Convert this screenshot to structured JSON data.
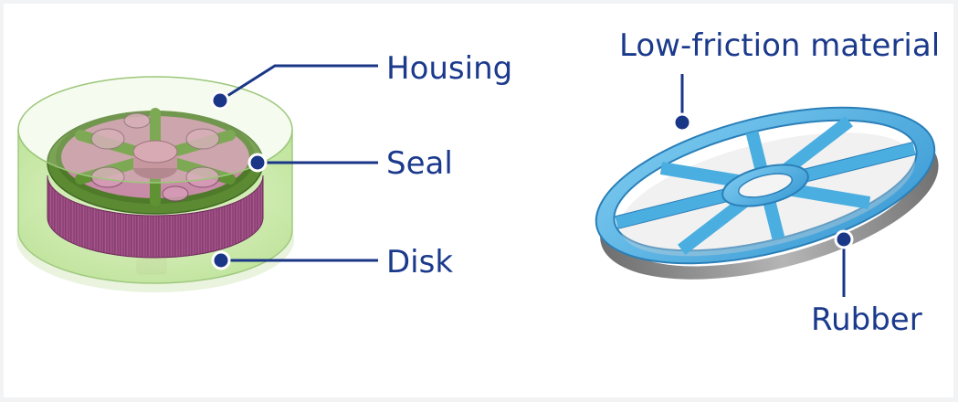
{
  "labels": {
    "housing": "Housing",
    "seal": "Seal",
    "disk": "Disk",
    "low_friction": "Low-friction material",
    "rubber": "Rubber"
  },
  "colors": {
    "label": "#1b3a8c",
    "leader": "#1a3687",
    "housing_fill": "#cbe9a8",
    "seal_green": "#6a9a3d",
    "disk_pink": "#b05590",
    "ring_blue": "#4aaee0",
    "rubber_gray": "#8c8c8c"
  },
  "icons": {
    "left_model": "cylindrical-assembly-icon",
    "right_model": "spoked-ring-seal-icon"
  }
}
